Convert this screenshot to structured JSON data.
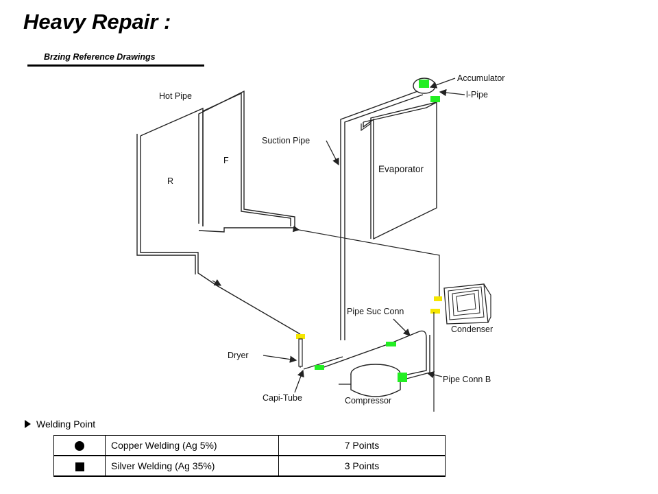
{
  "header": {
    "title": "Heavy Repair :",
    "subtitle": "Brzing Reference Drawings"
  },
  "labels": {
    "hot_pipe": "Hot Pipe",
    "r": "R",
    "f": "F",
    "suction_pipe": "Suction Pipe",
    "evaporator": "Evaporator",
    "accumulator": "Accumulator",
    "l_pipe": "l-Pipe",
    "pipe_suc_conn": "Pipe Suc Conn",
    "condenser": "Condenser",
    "dryer": "Dryer",
    "capi_tube": "Capi-Tube",
    "compressor": "Compressor",
    "pipe_conn_b": "Pipe Conn B"
  },
  "legend": {
    "heading": "Welding Point",
    "rows": [
      {
        "symbol": "circle-icon",
        "description": "Copper Welding (Ag 5%)",
        "count": "7 Points"
      },
      {
        "symbol": "square-icon",
        "description": "Silver Welding (Ag 35%)",
        "count": "3 Points"
      }
    ]
  },
  "colors": {
    "copper_weld": "#22ee22",
    "silver_weld": "#f5e600",
    "line": "#222222"
  }
}
